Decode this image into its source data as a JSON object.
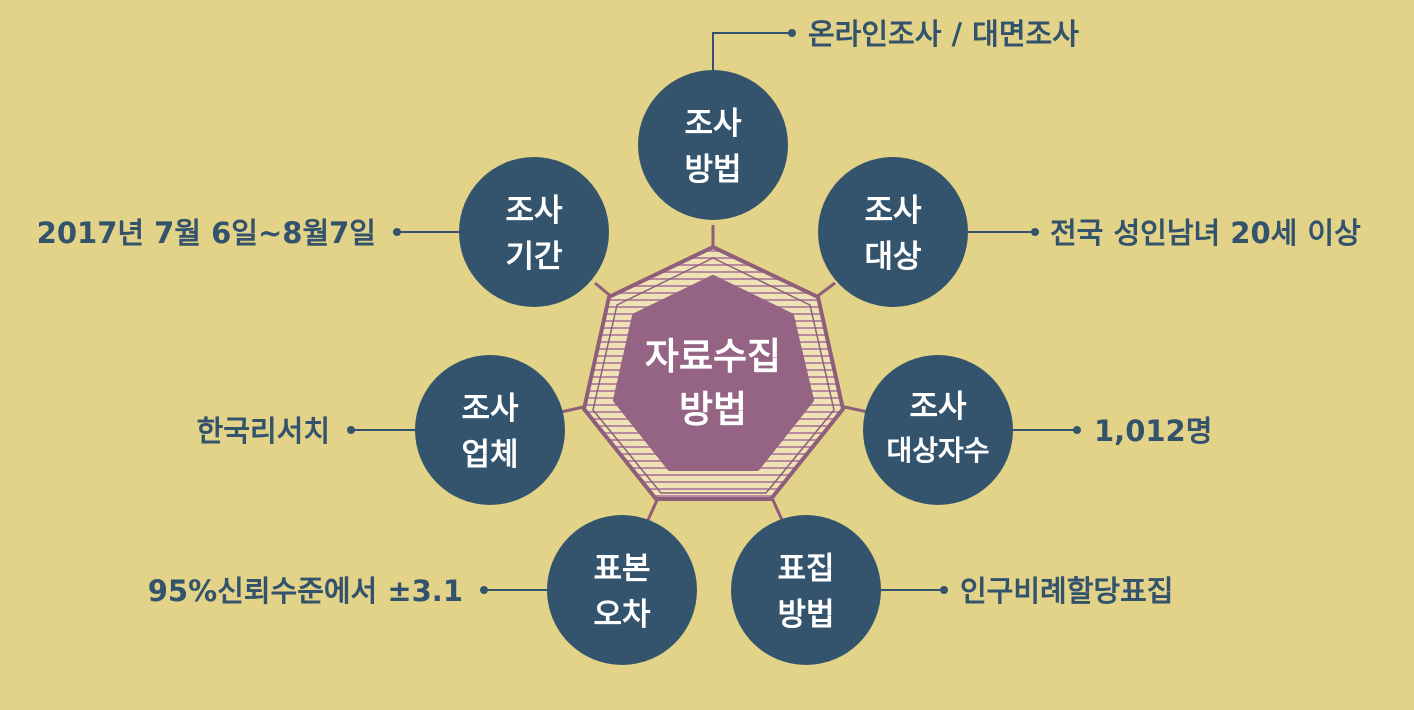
{
  "center": {
    "line1": "자료수집",
    "line2": "방법"
  },
  "nodes": [
    {
      "id": "method",
      "line1": "조사",
      "line2": "방법",
      "info": "온라인조사 / 대면조사"
    },
    {
      "id": "target",
      "line1": "조사",
      "line2": "대상",
      "info": "전국 성인남녀 20세 이상"
    },
    {
      "id": "count",
      "line1": "조사",
      "line2": "대상자수",
      "info": "1,012명"
    },
    {
      "id": "sampling",
      "line1": "표집",
      "line2": "방법",
      "info": "인구비례할당표집"
    },
    {
      "id": "error",
      "line1": "표본",
      "line2": "오차",
      "info": "95%신뢰수준에서 ±3.1"
    },
    {
      "id": "company",
      "line1": "조사",
      "line2": "업체",
      "info": "한국리서치"
    },
    {
      "id": "period",
      "line1": "조사",
      "line2": "기간",
      "info": "2017년 7월 6일~8월7일"
    }
  ],
  "colors": {
    "background": "#e3d389",
    "node_fill": "#34536c",
    "center_fill": "#956384",
    "ring_stroke": "#8f5e7a",
    "ring_fill": "#efe2b4",
    "connector": "#34536c",
    "info_text": "#33526b"
  }
}
